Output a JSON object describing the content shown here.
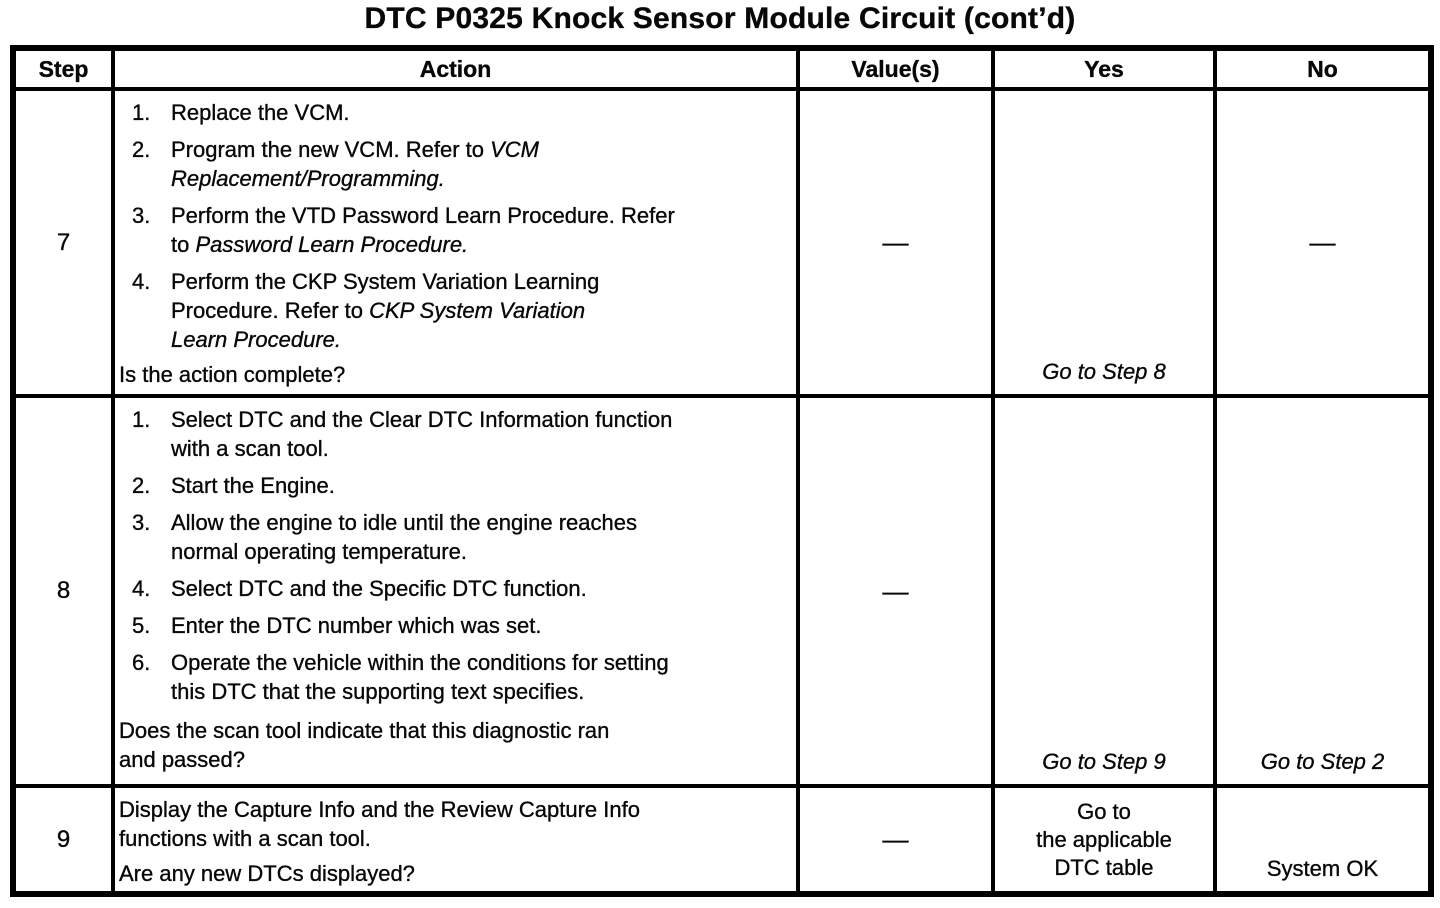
{
  "title": "DTC P0325 Knock Sensor Module Circuit (cont’d)",
  "table": {
    "headers": [
      "Step",
      "Action",
      "Value(s)",
      "Yes",
      "No"
    ],
    "rows": [
      {
        "step": "7",
        "actions": [
          {
            "num": "1.",
            "text": "Replace the VCM.",
            "ref": ""
          },
          {
            "num": "2.",
            "text": "Program the new VCM. Refer to ",
            "ref": "VCM\nReplacement/Programming."
          },
          {
            "num": "3.",
            "text": "Perform the VTD Password Learn Procedure. Refer\nto ",
            "ref": "Password Learn Procedure."
          },
          {
            "num": "4.",
            "text": "Perform the CKP System Variation Learning\nProcedure. Refer to ",
            "ref": "CKP System Variation\nLearn Procedure."
          }
        ],
        "question": "Is the action complete?",
        "value": "—",
        "yes": "Go to Step 8",
        "no": "—"
      },
      {
        "step": "8",
        "actions": [
          {
            "num": "1.",
            "text": "Select DTC and the Clear DTC Information function\nwith a scan tool.",
            "ref": ""
          },
          {
            "num": "2.",
            "text": "Start the Engine.",
            "ref": ""
          },
          {
            "num": "3.",
            "text": "Allow the engine to idle until the engine reaches\nnormal operating temperature.",
            "ref": ""
          },
          {
            "num": "4.",
            "text": "Select DTC and the Specific DTC function.",
            "ref": ""
          },
          {
            "num": "5.",
            "text": "Enter the DTC number which was set.",
            "ref": ""
          },
          {
            "num": "6.",
            "text": "Operate the vehicle within the conditions for setting\nthis DTC that the supporting text specifies.",
            "ref": ""
          }
        ],
        "question": "Does the scan tool indicate that this diagnostic ran\nand passed?",
        "value": "—",
        "yes": "Go to Step 9",
        "no": "Go to Step 2"
      },
      {
        "step": "9",
        "action_text": "Display the Capture Info and the Review Capture Info\nfunctions with a scan tool.",
        "question": "Are any new DTCs displayed?",
        "value": "—",
        "yes": "Go to\nthe applicable\nDTC table",
        "no": "System OK"
      }
    ]
  }
}
